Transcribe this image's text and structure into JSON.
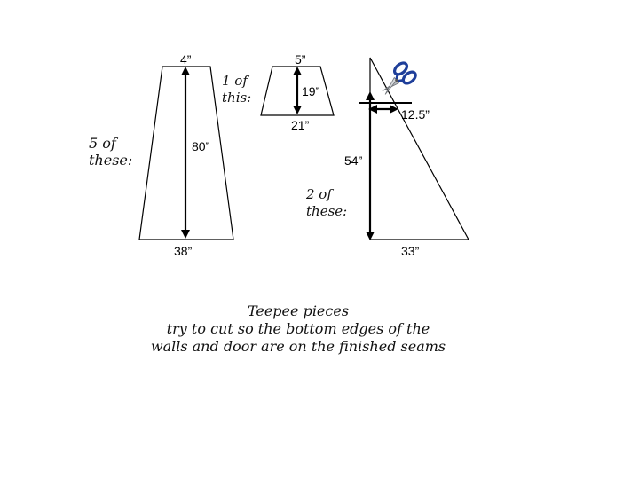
{
  "pieces": {
    "wall": {
      "top_label": "4”",
      "height_label": "80”",
      "bottom_label": "38”",
      "count_note_line1": "5 of",
      "count_note_line2": "these:"
    },
    "door": {
      "top_label": "5”",
      "height_label": "19”",
      "bottom_label": "21”",
      "count_note_line1": "1 of",
      "count_note_line2": "this:"
    },
    "triangle": {
      "cut_width_label": "12.5”",
      "height_label": "54”",
      "bottom_label": "33”",
      "count_note_line1": "2 of",
      "count_note_line2": "these:"
    }
  },
  "icons": {
    "scissors": "scissors-icon"
  },
  "caption": {
    "line1": "Teepee pieces",
    "line2": "try to cut so the bottom edges of the",
    "line3": "walls and door are on the finished seams"
  }
}
